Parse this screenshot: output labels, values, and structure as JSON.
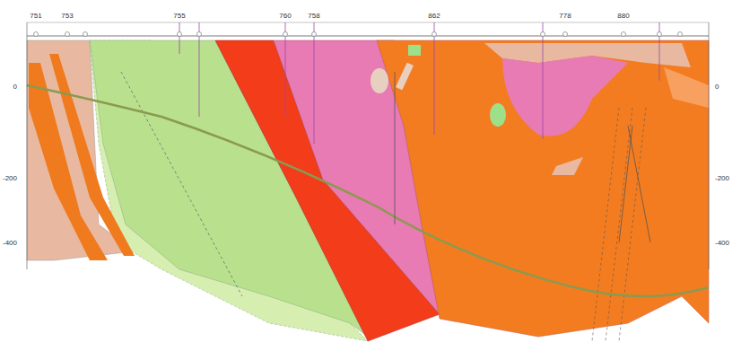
{
  "diagram": {
    "labels": [
      "751",
      "753",
      "755",
      "760",
      "758",
      "862",
      "778",
      "880",
      "0",
      "-200",
      "-400",
      "0",
      "-200",
      "-400"
    ]
  }
}
